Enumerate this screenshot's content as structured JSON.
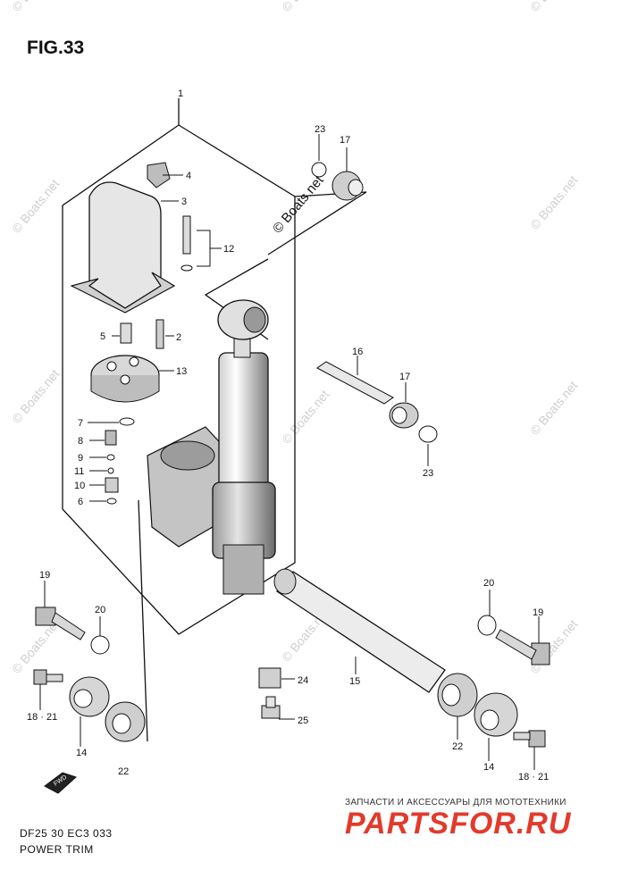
{
  "figure": {
    "title": "FIG.33",
    "model_code": "DF25 30 EC3 033",
    "caption": "POWER TRIM"
  },
  "watermark": {
    "text": "© Boats.net",
    "color": "#c8c8c8"
  },
  "shop_banner": {
    "tagline": "ЗАПЧАСТИ И АКСЕССУАРЫ ДЛЯ МОТОТЕХНИКИ",
    "brand": "PARTSFOR.RU",
    "brand_color": "#e23a2b"
  },
  "callouts": [
    {
      "id": "c1",
      "label": "1"
    },
    {
      "id": "c2",
      "label": "2"
    },
    {
      "id": "c3",
      "label": "3"
    },
    {
      "id": "c4",
      "label": "4"
    },
    {
      "id": "c5",
      "label": "5"
    },
    {
      "id": "c6",
      "label": "6"
    },
    {
      "id": "c7",
      "label": "7"
    },
    {
      "id": "c8",
      "label": "8"
    },
    {
      "id": "c9",
      "label": "9"
    },
    {
      "id": "c10",
      "label": "10"
    },
    {
      "id": "c11",
      "label": "11"
    },
    {
      "id": "c12",
      "label": "12"
    },
    {
      "id": "c13",
      "label": "13"
    },
    {
      "id": "c14a",
      "label": "14"
    },
    {
      "id": "c14b",
      "label": "14"
    },
    {
      "id": "c15",
      "label": "15"
    },
    {
      "id": "c16",
      "label": "16"
    },
    {
      "id": "c17a",
      "label": "17"
    },
    {
      "id": "c17b",
      "label": "17"
    },
    {
      "id": "c18a",
      "label": "18 · 21"
    },
    {
      "id": "c18b",
      "label": "18 · 21"
    },
    {
      "id": "c19a",
      "label": "19"
    },
    {
      "id": "c19b",
      "label": "19"
    },
    {
      "id": "c20a",
      "label": "20"
    },
    {
      "id": "c20b",
      "label": "20"
    },
    {
      "id": "c22a",
      "label": "22"
    },
    {
      "id": "c22b",
      "label": "22"
    },
    {
      "id": "c23a",
      "label": "23"
    },
    {
      "id": "c23b",
      "label": "23"
    },
    {
      "id": "c24",
      "label": "24"
    },
    {
      "id": "c25",
      "label": "25"
    }
  ],
  "fwd_arrow": {
    "label": "FWD"
  }
}
